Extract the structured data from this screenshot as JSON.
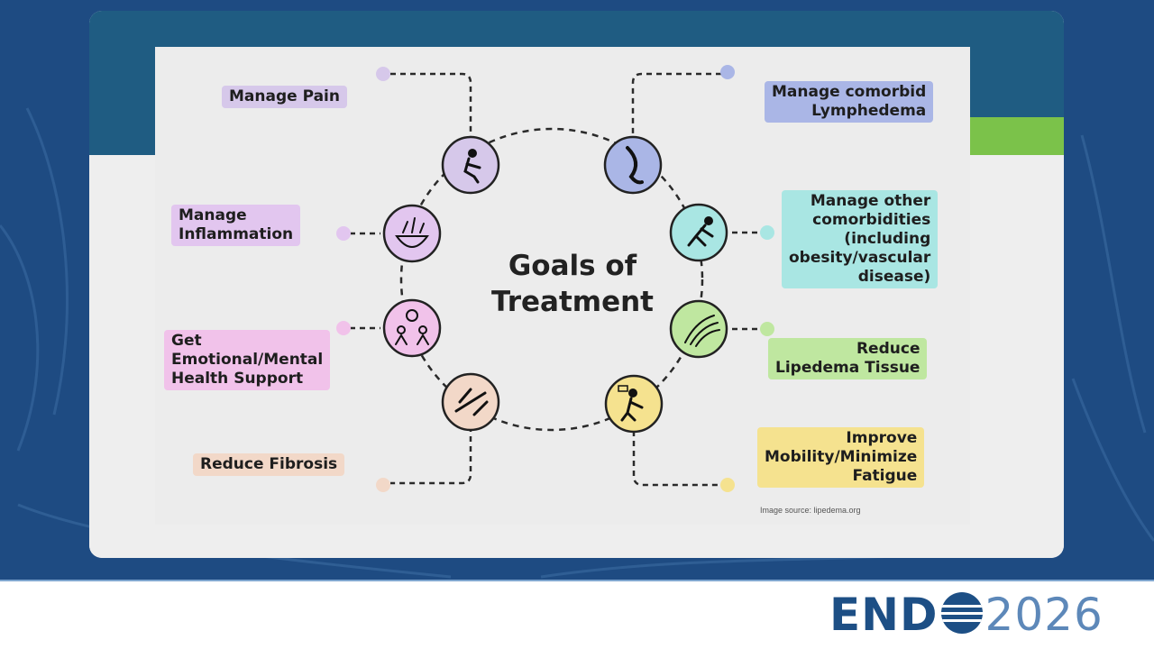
{
  "diagram": {
    "title_line1": "Goals of",
    "title_line2": "Treatment",
    "goals": [
      {
        "id": "pain",
        "lines": [
          "Manage Pain"
        ],
        "color": "#d6c8ea",
        "icon": "pain-icon"
      },
      {
        "id": "inflammation",
        "lines": [
          "Manage",
          "Inflammation"
        ],
        "color": "#e2c6ef",
        "icon": "food-icon"
      },
      {
        "id": "emotional",
        "lines": [
          "Get",
          "Emotional/Mental",
          "Health Support"
        ],
        "color": "#f1c2ea",
        "icon": "counseling-icon"
      },
      {
        "id": "fibrosis",
        "lines": [
          "Reduce Fibrosis"
        ],
        "color": "#f2d8c8",
        "icon": "massage-icon"
      },
      {
        "id": "lymphedema",
        "lines": [
          "Manage comorbid",
          "Lymphedema"
        ],
        "color": "#aab6e6",
        "icon": "swollen-leg-icon"
      },
      {
        "id": "comorbidities",
        "lines": [
          "Manage other",
          "comorbidities",
          "(including",
          "obesity/vascular",
          "disease)"
        ],
        "color": "#a9e6e3",
        "icon": "exercise-icon"
      },
      {
        "id": "lipedema",
        "lines": [
          "Reduce",
          "Lipedema Tissue"
        ],
        "color": "#bfe7a0",
        "icon": "tissue-icon"
      },
      {
        "id": "mobility",
        "lines": [
          "Improve",
          "Mobility/Minimize",
          "Fatigue"
        ],
        "color": "#f5e28f",
        "icon": "fatigue-icon"
      }
    ],
    "source": "Image source: lipedema.org"
  },
  "footer": {
    "logo_left": "END",
    "logo_right": "2026"
  }
}
